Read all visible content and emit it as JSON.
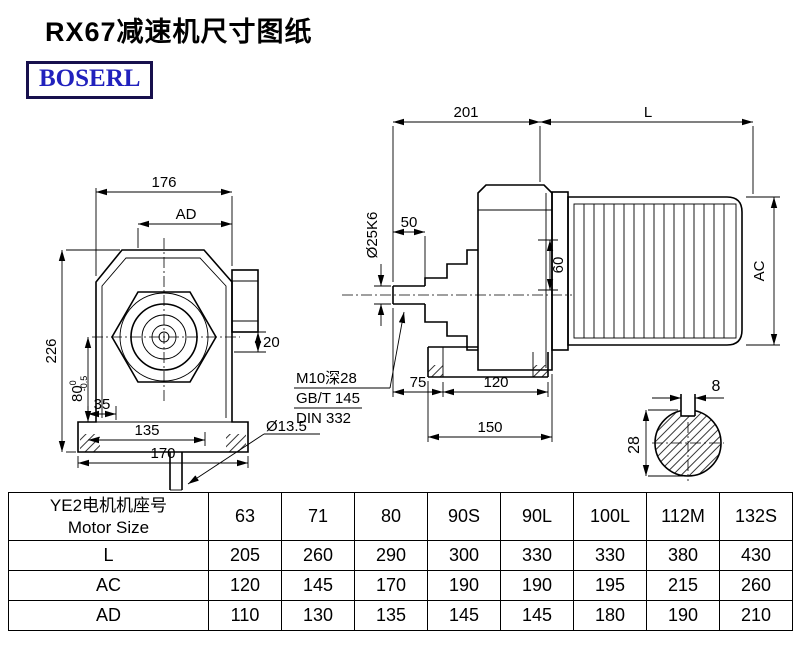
{
  "page": {
    "title": "RX67减速机尺寸图纸",
    "logo": "BOSERL"
  },
  "front_view": {
    "dim_width_top": "176",
    "dim_ad": "AD",
    "dim_height": "226",
    "dim_80": "80",
    "dim_80_tol_up": "0",
    "dim_80_tol_dn": "-0.5",
    "dim_35": "35",
    "dim_135": "135",
    "dim_170": "170",
    "dim_20": "20",
    "dim_hole": "Ø13.5"
  },
  "side_view": {
    "dim_201": "201",
    "dim_l": "L",
    "dim_50": "50",
    "dim_shaft": "Ø25K6",
    "dim_60": "60",
    "dim_ac": "AC",
    "note_tap": "M10深28",
    "note_gb": "GB/T 145",
    "note_din": "DIN 332",
    "dim_75": "75",
    "dim_120": "120",
    "dim_150": "150"
  },
  "shaft_view": {
    "dim_key_width": "8",
    "dim_key_height": "28"
  },
  "table": {
    "header_line1": "YE2电机机座号",
    "header_line2": "Motor Size",
    "sizes": [
      "63",
      "71",
      "80",
      "90S",
      "90L",
      "100L",
      "112M",
      "132S"
    ],
    "rows": [
      {
        "label": "L",
        "values": [
          "205",
          "260",
          "290",
          "300",
          "330",
          "330",
          "380",
          "430"
        ]
      },
      {
        "label": "AC",
        "values": [
          "120",
          "145",
          "170",
          "190",
          "190",
          "195",
          "215",
          "260"
        ]
      },
      {
        "label": "AD",
        "values": [
          "110",
          "130",
          "135",
          "145",
          "145",
          "180",
          "190",
          "210"
        ]
      }
    ]
  }
}
